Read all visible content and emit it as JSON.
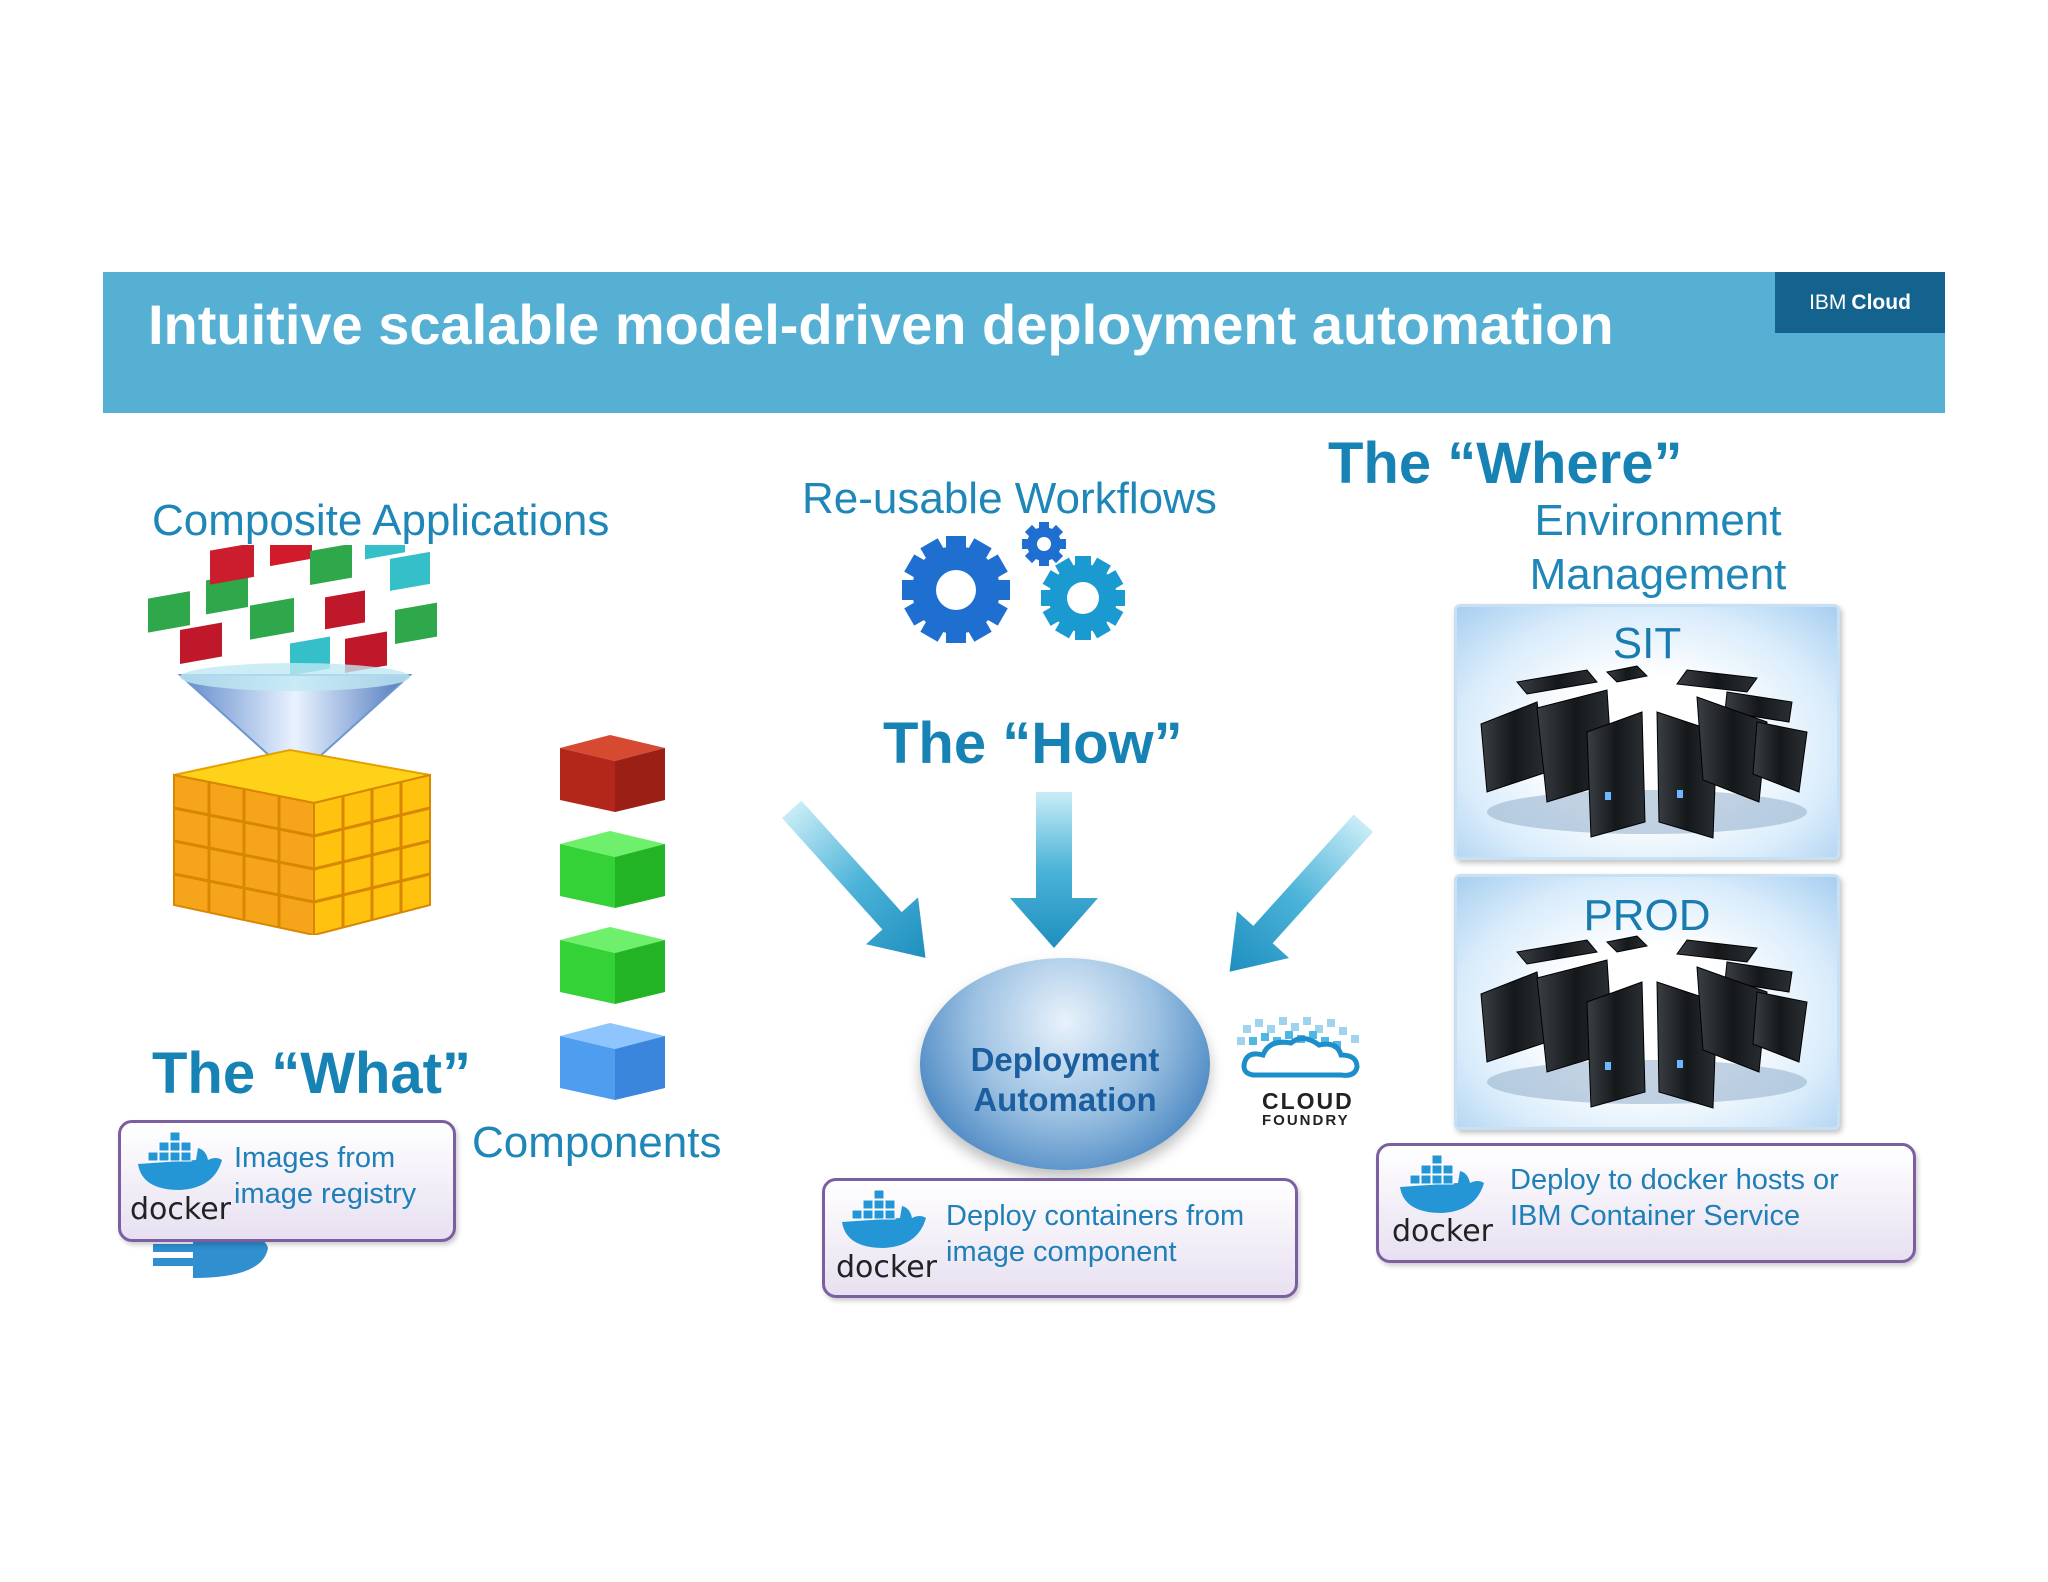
{
  "header": {
    "title": "Intuitive scalable model-driven deployment automation",
    "brand_prefix": "IBM",
    "brand_suffix": "Cloud",
    "bar_color": "#55b0d4"
  },
  "what": {
    "composite_label": "Composite Applications",
    "heading": "The “What”",
    "components_label": "Components",
    "note": {
      "line1": "Images from",
      "line2": "image registry",
      "docker": "docker"
    }
  },
  "how": {
    "workflows_label": "Re-usable Workflows",
    "heading": "The “How”",
    "center_line1": "Deployment",
    "center_line2": "Automation",
    "cloud_line1": "CLOUD",
    "cloud_line2": "FOUNDRY",
    "note": {
      "line1": "Deploy containers from",
      "line2": "image component",
      "docker": "docker"
    }
  },
  "where": {
    "heading": "The “Where”",
    "env_line1": "Environment",
    "env_line2": "Management",
    "environments": [
      "SIT",
      "PROD"
    ],
    "note": {
      "line1": "Deploy to docker hosts or",
      "line2": "IBM Container Service",
      "docker": "docker"
    }
  },
  "icons": [
    "gears-icon",
    "funnel-cubes-icon",
    "component-cube-icon",
    "arrow-icon",
    "server-cluster-icon",
    "docker-whale-icon",
    "cloud-foundry-icon"
  ]
}
